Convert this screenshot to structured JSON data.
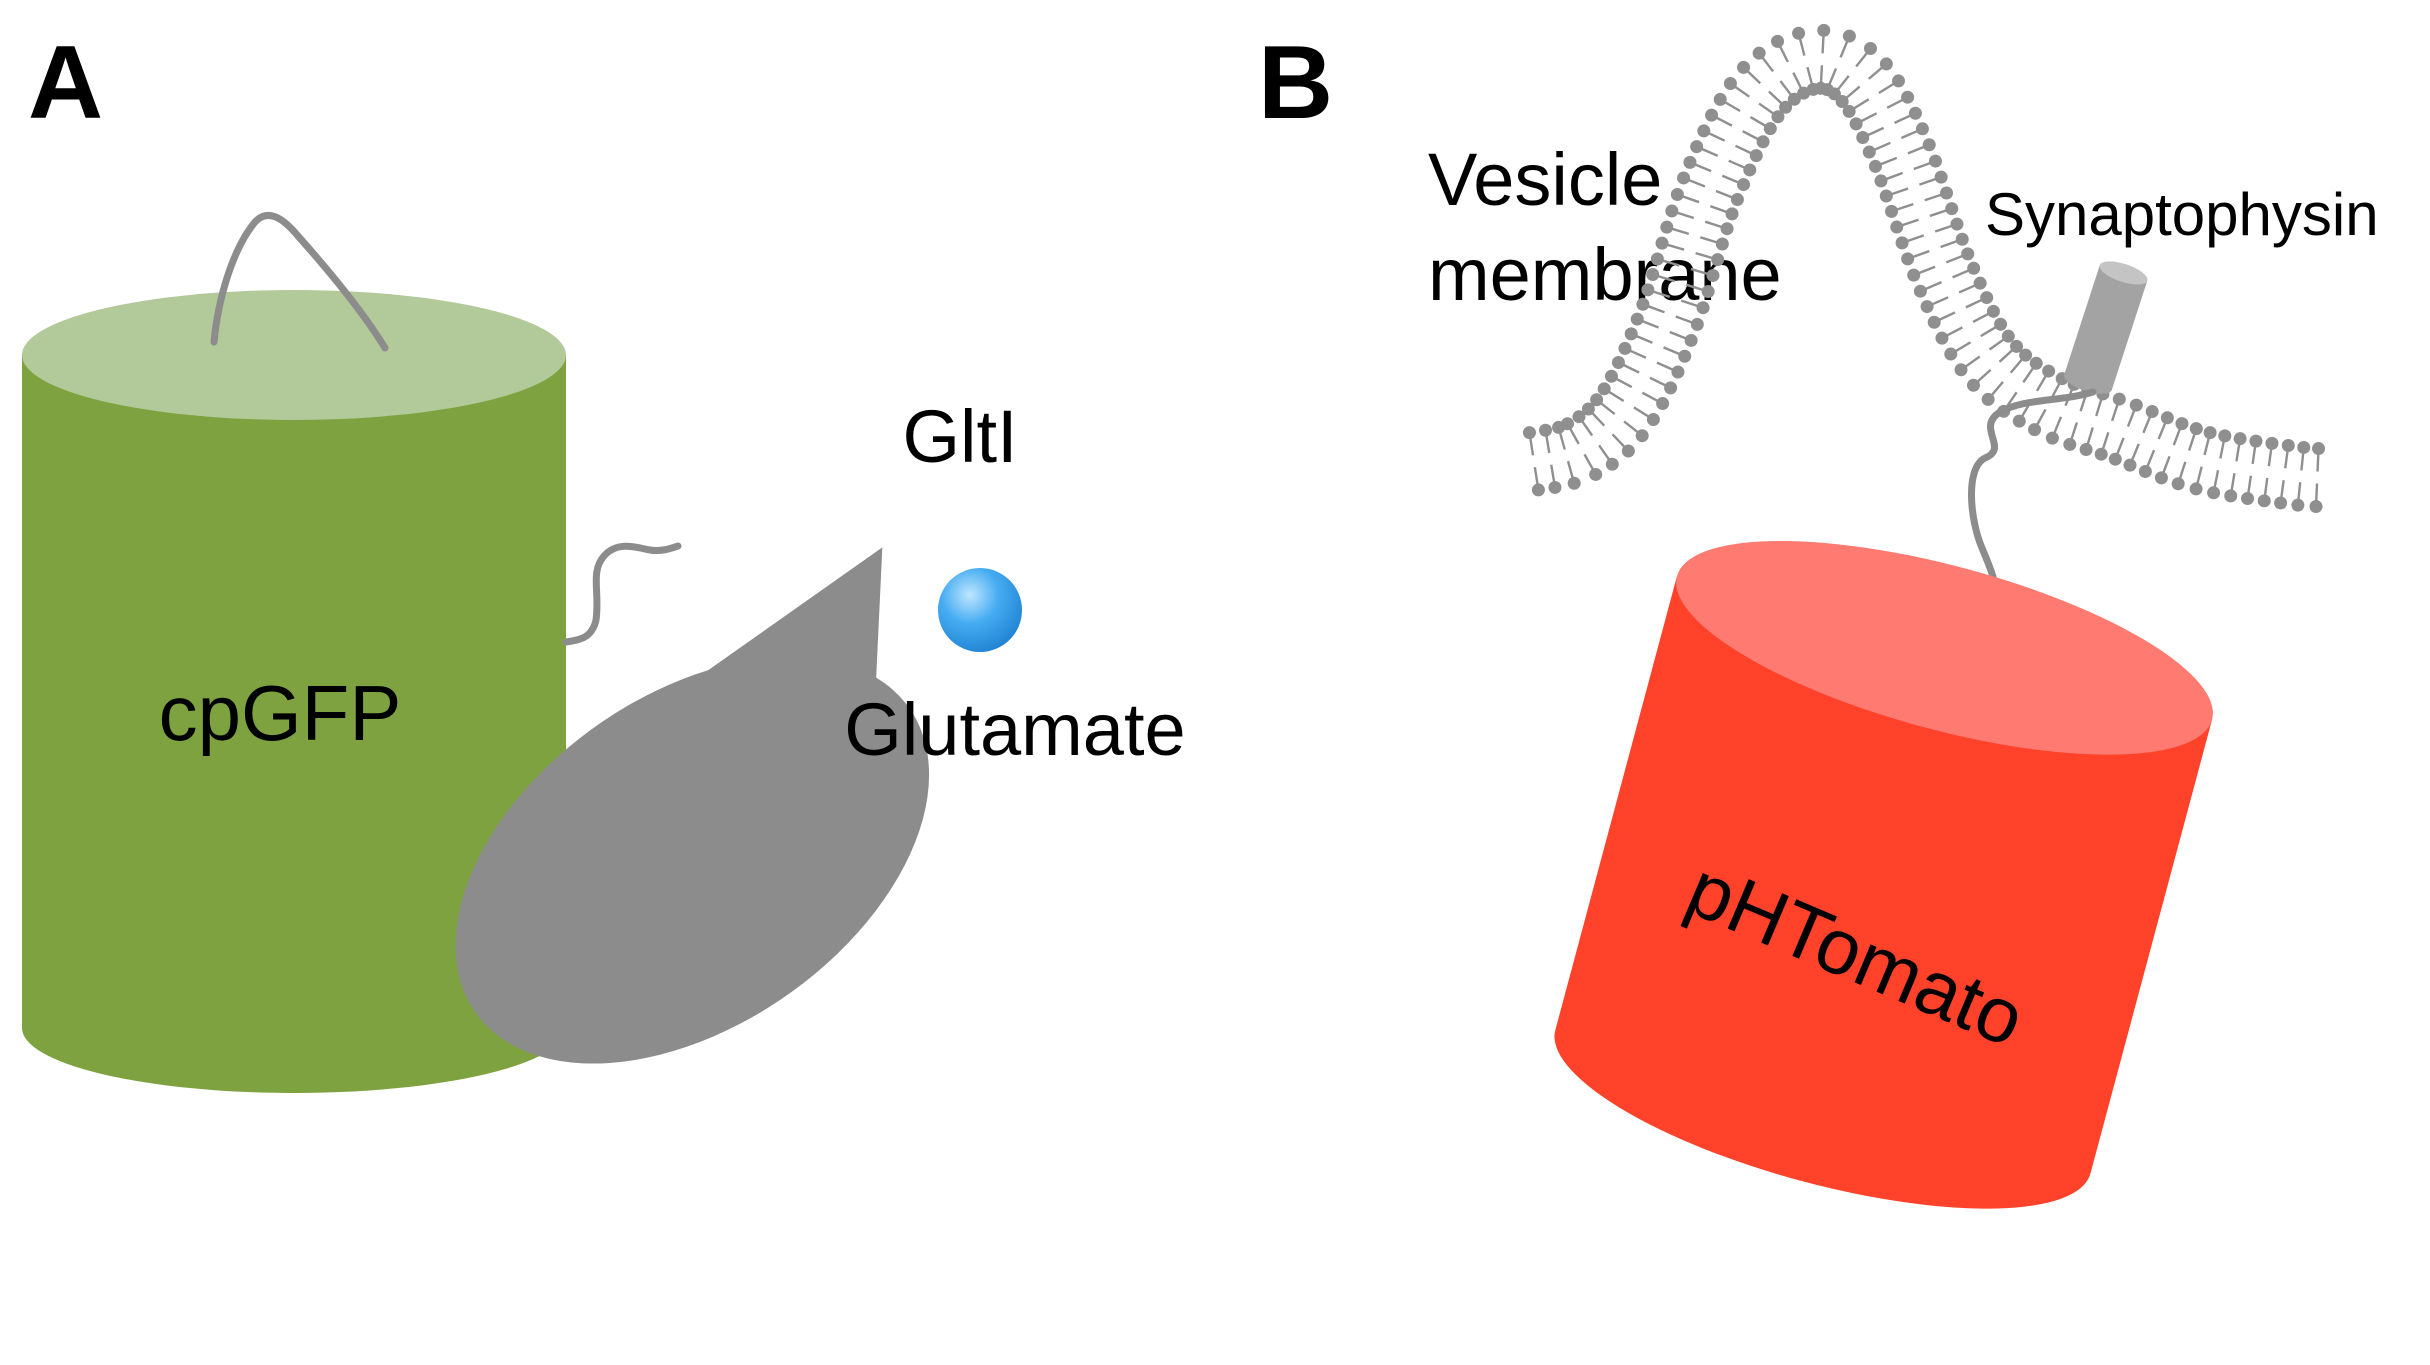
{
  "panels": {
    "a": {
      "label": "A",
      "cpgfp_label": "cpGFP",
      "gltl_label": "GltI",
      "glutamate_label": "Glutamate"
    },
    "b": {
      "label": "B",
      "membrane_label_line1": "Vesicle",
      "membrane_label_line2": "membrane",
      "synaptophysin_label": "Synaptophysin",
      "phtomato_label": "pHTomato"
    }
  },
  "colors": {
    "cpgfp_body": "#7ea23f",
    "cpgfp_top": "#b2c999",
    "gltl": "#8c8c8c",
    "glutamate": "#3ea6ee",
    "phtomato_body": "#ff4229",
    "phtomato_top": "#ff7a70",
    "lipid": "#8f8f8f",
    "synaptophysin": "#a3a3a3"
  }
}
